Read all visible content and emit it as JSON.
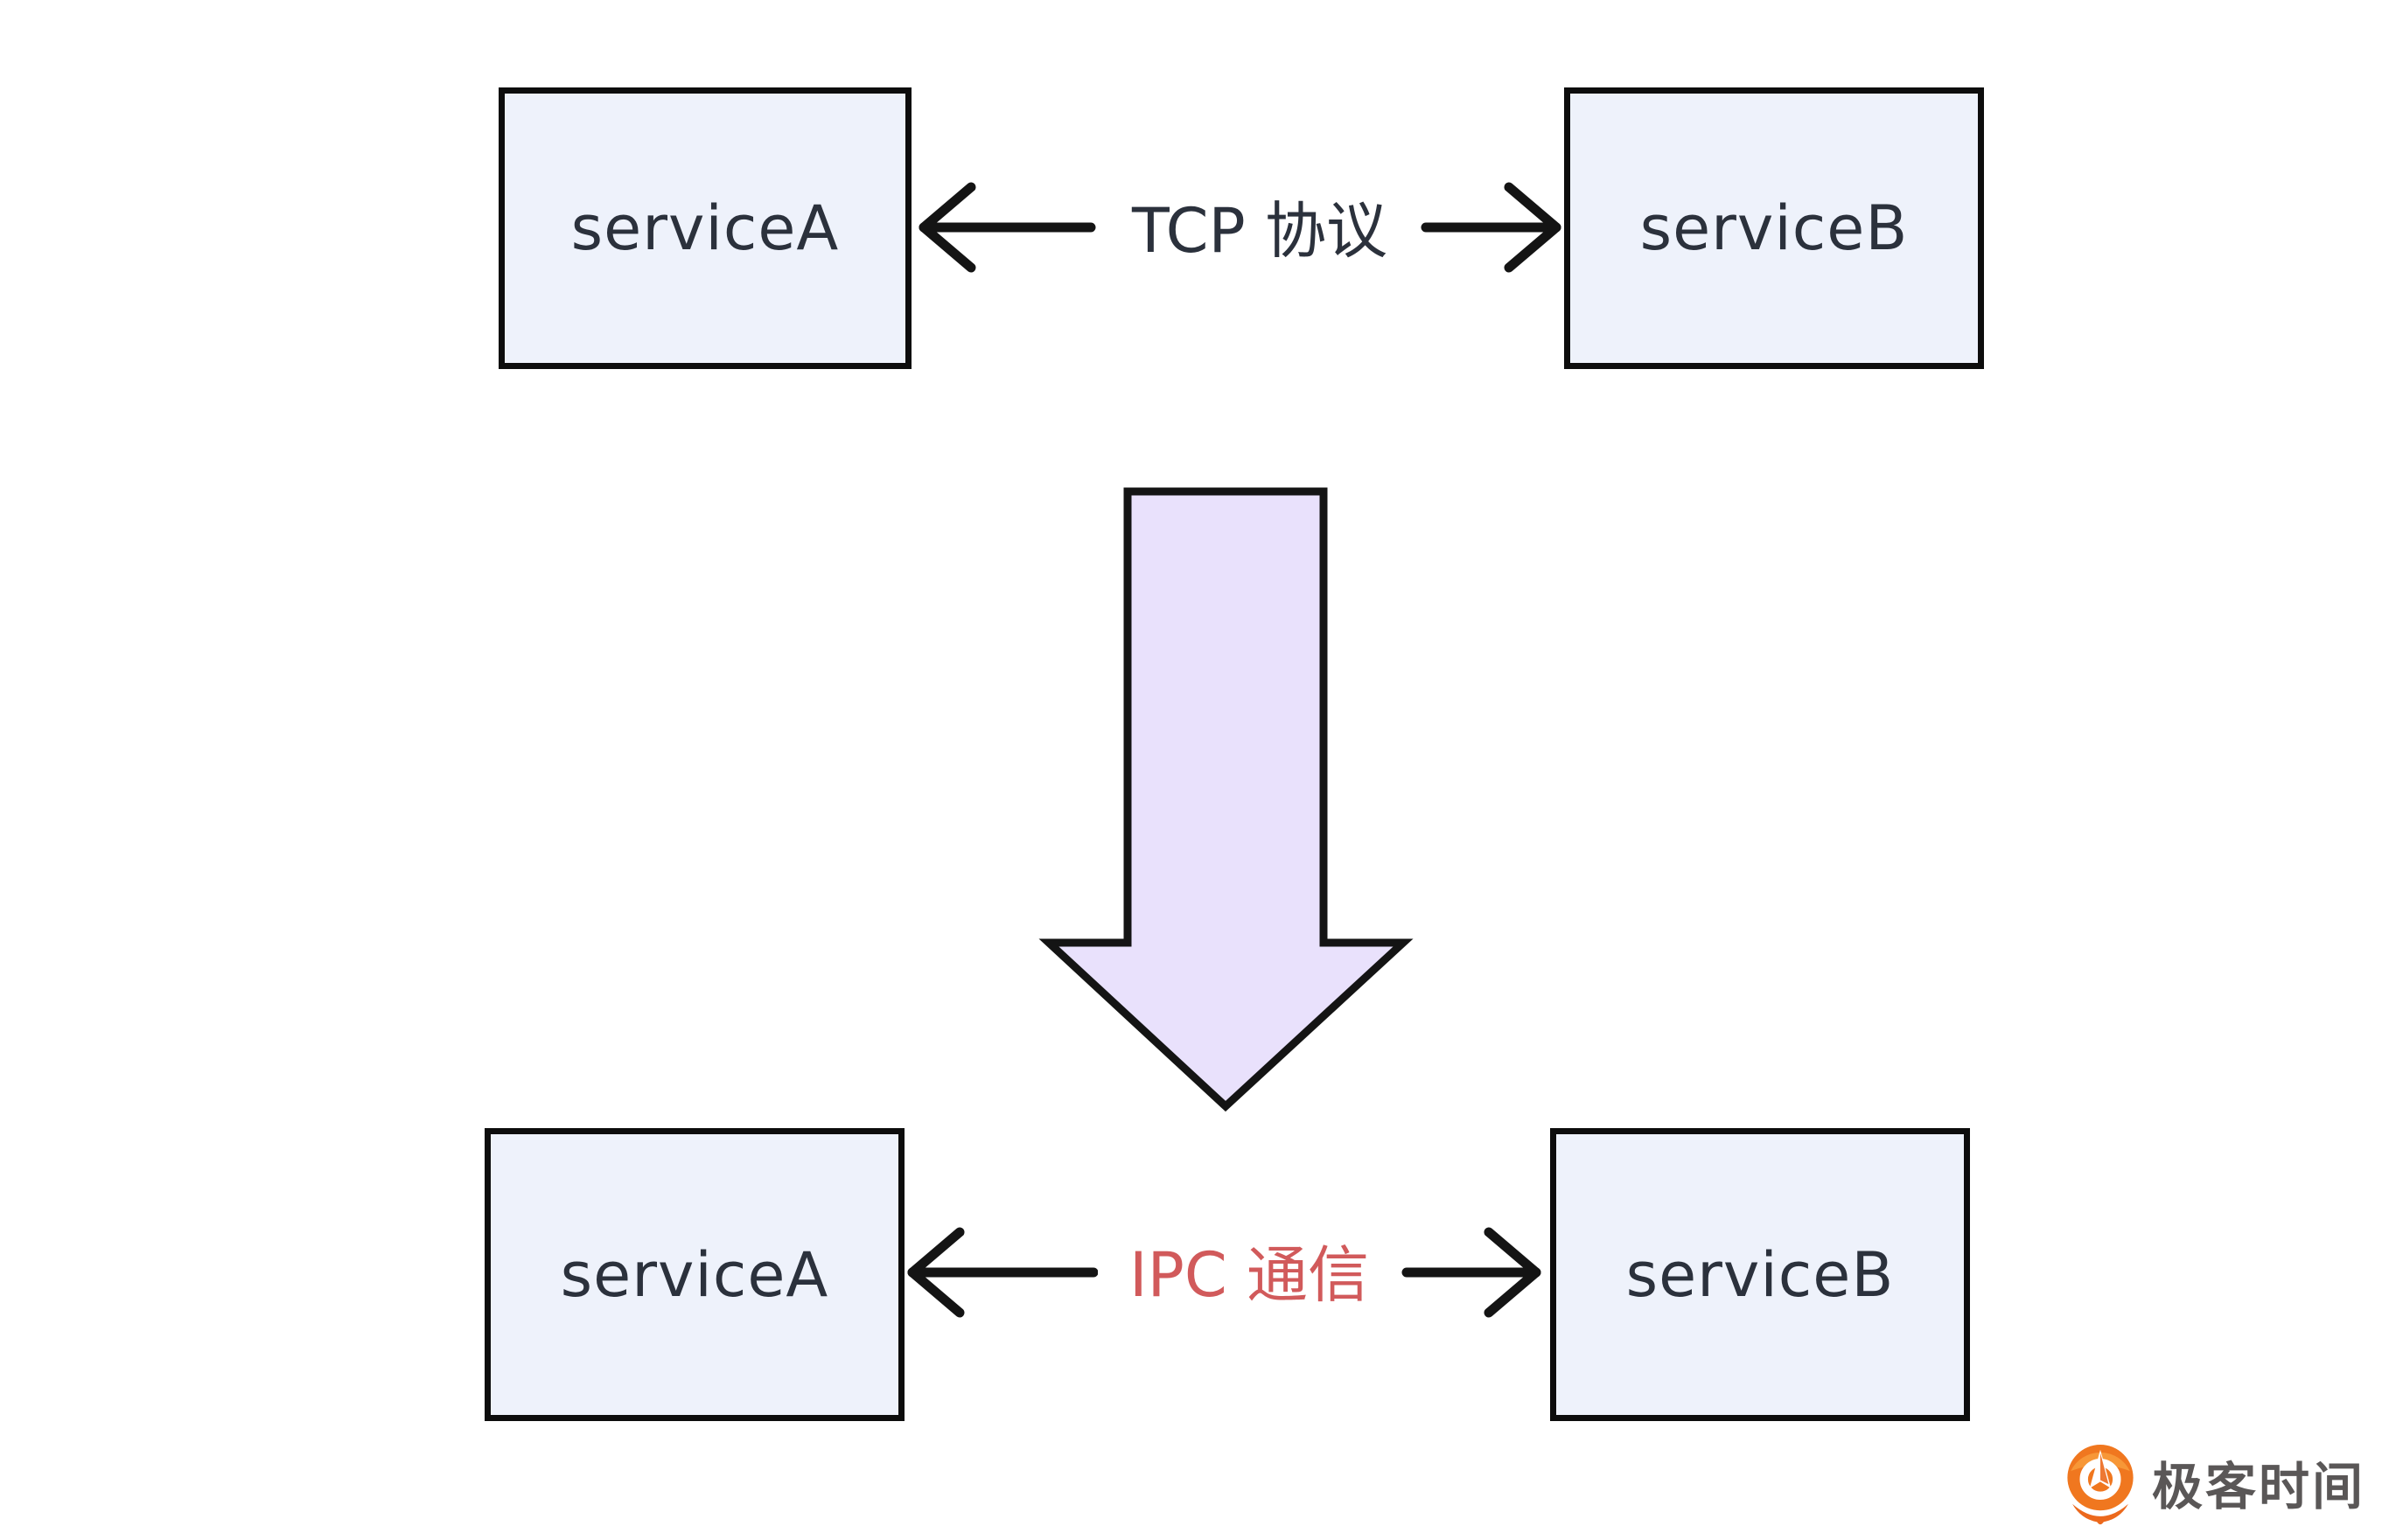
{
  "theme": {
    "canvas_bg": "#ffffff",
    "box_fill": "#eef2fb",
    "box_border": "#0d0d0d",
    "box_text": "#2b313c",
    "arrow_stroke": "#141414",
    "tcp_label_color": "#2b313c",
    "ipc_label_color": "#d15a5b",
    "big_arrow_fill": "#e9e1fc",
    "big_arrow_stroke": "#141414",
    "brand_text_color": "#5a5757",
    "brand_orange": "#f0771f",
    "brand_orange_deep": "#ec691d"
  },
  "top_row": {
    "service_a_label": "serviceA",
    "service_b_label": "serviceB",
    "link_label": "TCP 协议"
  },
  "bottom_row": {
    "service_a_label": "serviceA",
    "service_b_label": "serviceB",
    "link_label": "IPC 通信"
  },
  "watermark": {
    "brand_label": "极客时间"
  }
}
